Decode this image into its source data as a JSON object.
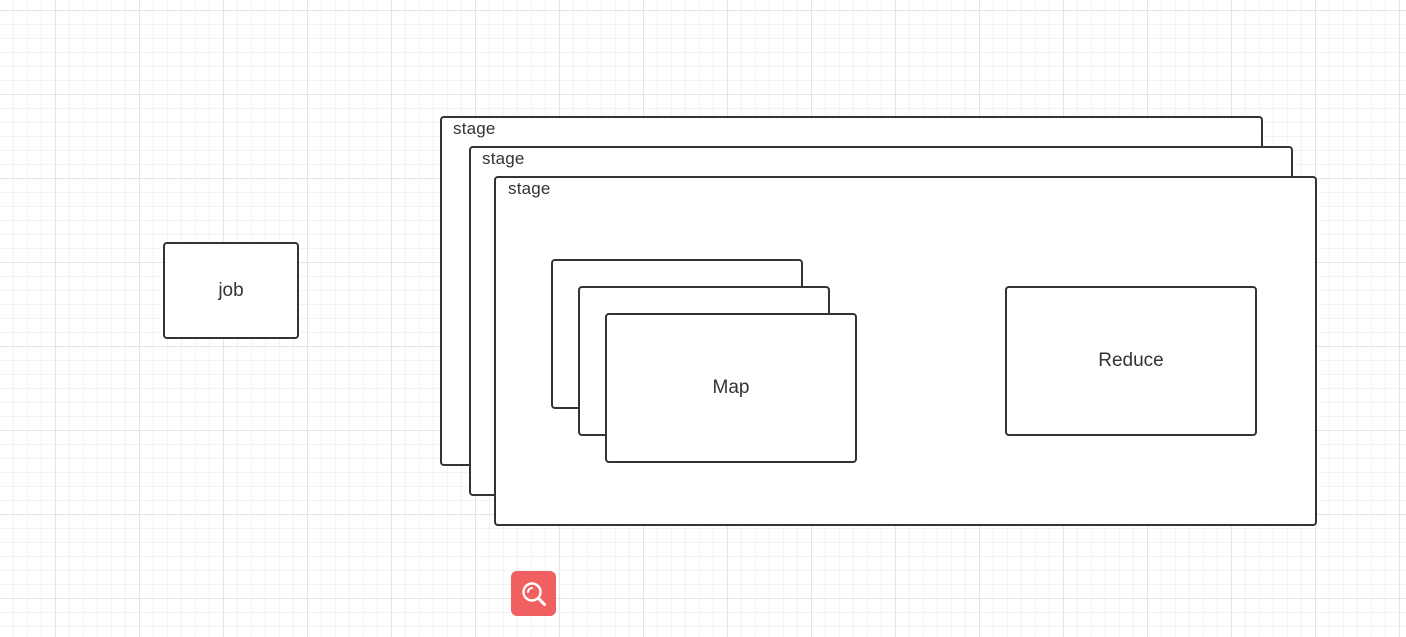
{
  "diagram": {
    "job": {
      "label": "job"
    },
    "stages": [
      {
        "label": "stage"
      },
      {
        "label": "stage"
      },
      {
        "label": "stage"
      }
    ],
    "map_stack": {
      "label": "Map"
    },
    "reduce": {
      "label": "Reduce"
    }
  },
  "toolbar": {
    "search_icon": "search-icon",
    "accent_color": "#f06060"
  }
}
